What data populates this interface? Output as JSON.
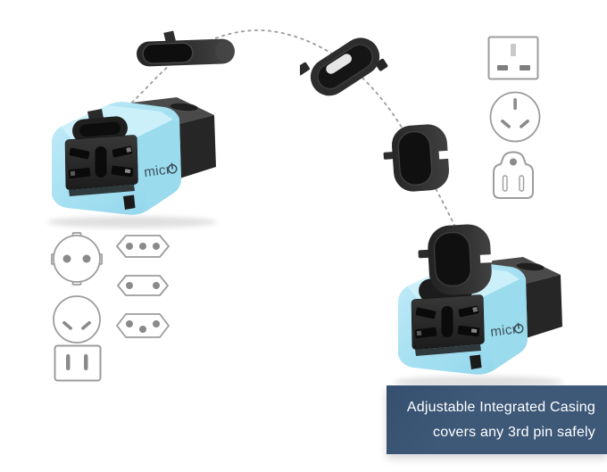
{
  "colors": {
    "background": "#ffffff",
    "accent-blue": "#a5e0f2",
    "accent-blue-light": "#c9eef9",
    "accent-blue-dark": "#8fd4ea",
    "casing-dark": "#2b2b2b",
    "caption-bg": "#3e5978",
    "caption-text": "#ffffff",
    "icon-stroke": "#9c9c9c",
    "icon-fill": "#8a8a8a",
    "arc": "#9c9c9c",
    "logo-text": "#3b4f58"
  },
  "caption": {
    "line1": "Adjustable Integrated Casing",
    "line2": "covers any 3rd pin safely"
  },
  "brand": {
    "text": "micr",
    "icon": "power-icon"
  },
  "plug_icons": {
    "right_column": [
      "uk-socket-icon",
      "au-cn-socket-icon",
      "us-grounded-plug-icon"
    ],
    "left_group": [
      "schuko-socket-icon",
      "type-l-socket-icon",
      "europlug-socket-icon",
      "two-pin-round-socket-icon",
      "type-j-socket-icon",
      "us-socket-icon"
    ]
  }
}
